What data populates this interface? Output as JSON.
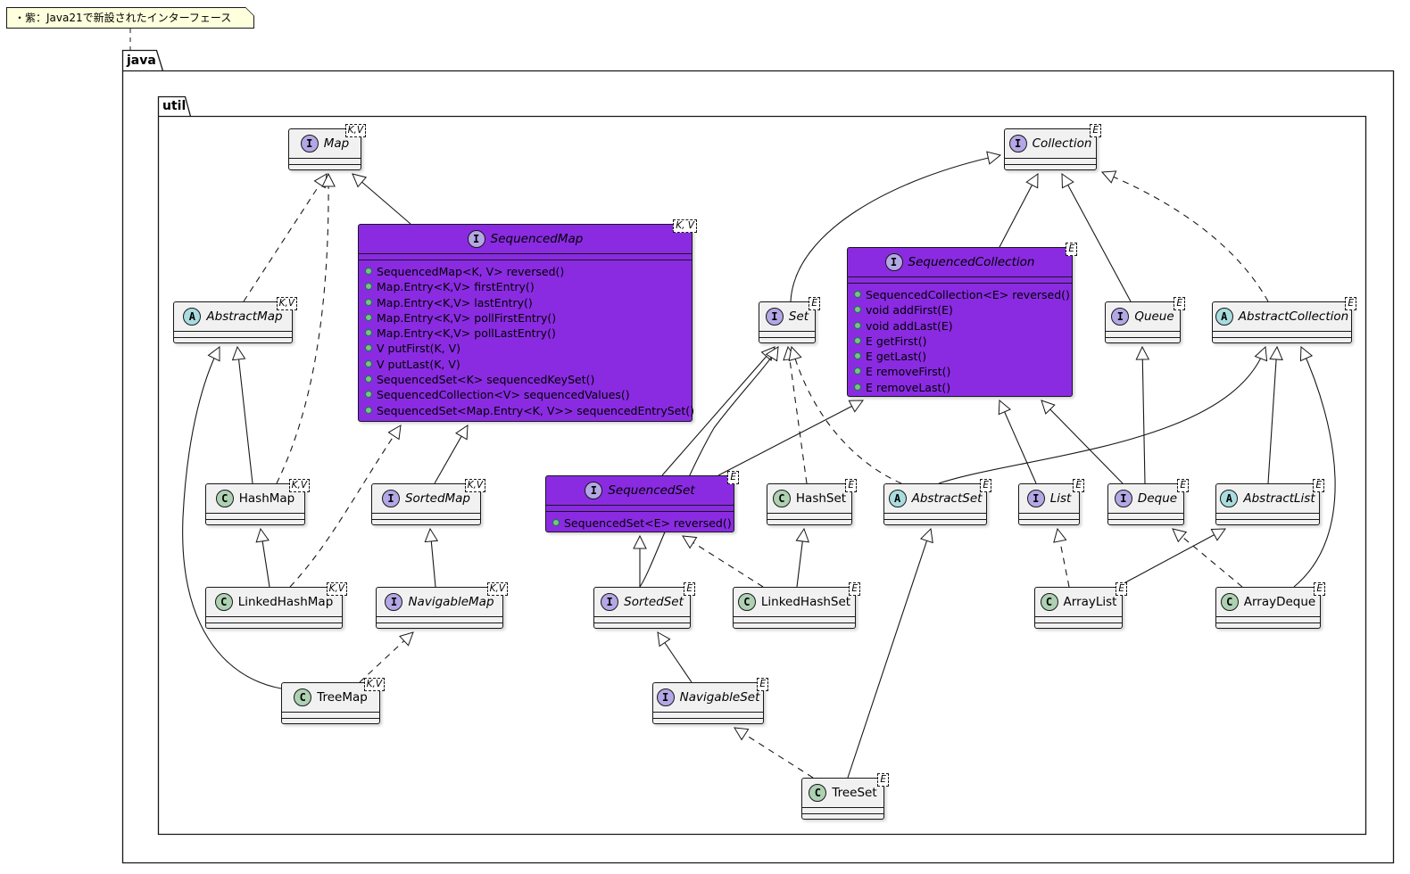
{
  "note": {
    "text": "・紫：Java21で新設されたインターフェース"
  },
  "packages": {
    "outer": "java",
    "inner": "util"
  },
  "colors": {
    "new_interface": "#8A2BE2",
    "class_fill": "#F1F1F1",
    "note_fill": "#FEFFDD",
    "interface_badge": "#B4A7E5",
    "class_badge": "#ADD1B2",
    "abstract_badge": "#A9DCDF"
  },
  "classes": {
    "map": {
      "kind": "I",
      "name": "Map",
      "generic": "K,V",
      "italic": true
    },
    "sequencedMap": {
      "kind": "I",
      "name": "SequencedMap",
      "generic": "K, V",
      "italic": true,
      "highlight": true,
      "methods": [
        "SequencedMap<K, V> reversed()",
        "Map.Entry<K,V> firstEntry()",
        "Map.Entry<K,V> lastEntry()",
        "Map.Entry<K,V> pollFirstEntry()",
        "Map.Entry<K,V> pollLastEntry()",
        "V putFirst(K, V)",
        "V putLast(K, V)",
        "SequencedSet<K> sequencedKeySet()",
        "SequencedCollection<V> sequencedValues()",
        "SequencedSet<Map.Entry<K, V>> sequencedEntrySet()"
      ]
    },
    "abstractMap": {
      "kind": "A",
      "name": "AbstractMap",
      "generic": "K,V",
      "italic": true
    },
    "hashMap": {
      "kind": "C",
      "name": "HashMap",
      "generic": "K,V",
      "italic": false
    },
    "sortedMap": {
      "kind": "I",
      "name": "SortedMap",
      "generic": "K,V",
      "italic": true
    },
    "linkedHashMap": {
      "kind": "C",
      "name": "LinkedHashMap",
      "generic": "K,V",
      "italic": false
    },
    "navigableMap": {
      "kind": "I",
      "name": "NavigableMap",
      "generic": "K,V",
      "italic": true
    },
    "treeMap": {
      "kind": "C",
      "name": "TreeMap",
      "generic": "K,V",
      "italic": false
    },
    "collection": {
      "kind": "I",
      "name": "Collection",
      "generic": "E",
      "italic": true
    },
    "sequencedCollection": {
      "kind": "I",
      "name": "SequencedCollection",
      "generic": "E",
      "italic": true,
      "highlight": true,
      "methods": [
        "SequencedCollection<E> reversed()",
        "void addFirst(E)",
        "void addLast(E)",
        "E getFirst()",
        "E getLast()",
        "E removeFirst()",
        "E removeLast()"
      ]
    },
    "set": {
      "kind": "I",
      "name": "Set",
      "generic": "E",
      "italic": true
    },
    "queue": {
      "kind": "I",
      "name": "Queue",
      "generic": "E",
      "italic": true
    },
    "abstractCollection": {
      "kind": "A",
      "name": "AbstractCollection",
      "generic": "E",
      "italic": true
    },
    "sequencedSet": {
      "kind": "I",
      "name": "SequencedSet",
      "generic": "E",
      "italic": true,
      "highlight": true,
      "methods": [
        "SequencedSet<E> reversed()"
      ]
    },
    "hashSet": {
      "kind": "C",
      "name": "HashSet",
      "generic": "E",
      "italic": false
    },
    "abstractSet": {
      "kind": "A",
      "name": "AbstractSet",
      "generic": "E",
      "italic": true
    },
    "list": {
      "kind": "I",
      "name": "List",
      "generic": "E",
      "italic": true
    },
    "deque": {
      "kind": "I",
      "name": "Deque",
      "generic": "E",
      "italic": true
    },
    "abstractList": {
      "kind": "A",
      "name": "AbstractList",
      "generic": "E",
      "italic": true
    },
    "sortedSet": {
      "kind": "I",
      "name": "SortedSet",
      "generic": "E",
      "italic": true
    },
    "linkedHashSet": {
      "kind": "C",
      "name": "LinkedHashSet",
      "generic": "E",
      "italic": false
    },
    "arrayList": {
      "kind": "C",
      "name": "ArrayList",
      "generic": "E",
      "italic": false
    },
    "arrayDeque": {
      "kind": "C",
      "name": "ArrayDeque",
      "generic": "E",
      "italic": false
    },
    "navigableSet": {
      "kind": "I",
      "name": "NavigableSet",
      "generic": "E",
      "italic": true
    },
    "treeSet": {
      "kind": "C",
      "name": "TreeSet",
      "generic": "E",
      "italic": false
    }
  },
  "relations": [
    {
      "from": "sequencedMap",
      "to": "map",
      "type": "extends"
    },
    {
      "from": "abstractMap",
      "to": "map",
      "type": "implements"
    },
    {
      "from": "hashMap",
      "to": "map",
      "type": "implements"
    },
    {
      "from": "hashMap",
      "to": "abstractMap",
      "type": "extends"
    },
    {
      "from": "treeMap",
      "to": "abstractMap",
      "type": "extends"
    },
    {
      "from": "sortedMap",
      "to": "sequencedMap",
      "type": "extends"
    },
    {
      "from": "linkedHashMap",
      "to": "sequencedMap",
      "type": "implements"
    },
    {
      "from": "linkedHashMap",
      "to": "hashMap",
      "type": "extends"
    },
    {
      "from": "navigableMap",
      "to": "sortedMap",
      "type": "extends"
    },
    {
      "from": "treeMap",
      "to": "navigableMap",
      "type": "implements"
    },
    {
      "from": "set",
      "to": "collection",
      "type": "extends"
    },
    {
      "from": "sequencedCollection",
      "to": "collection",
      "type": "extends"
    },
    {
      "from": "queue",
      "to": "collection",
      "type": "extends"
    },
    {
      "from": "abstractCollection",
      "to": "collection",
      "type": "implements"
    },
    {
      "from": "sequencedSet",
      "to": "set",
      "type": "extends"
    },
    {
      "from": "sequencedSet",
      "to": "sequencedCollection",
      "type": "extends"
    },
    {
      "from": "hashSet",
      "to": "set",
      "type": "implements"
    },
    {
      "from": "abstractSet",
      "to": "set",
      "type": "implements"
    },
    {
      "from": "abstractSet",
      "to": "abstractCollection",
      "type": "extends"
    },
    {
      "from": "sortedSet",
      "to": "set",
      "type": "extends"
    },
    {
      "from": "sortedSet",
      "to": "sequencedSet",
      "type": "extends"
    },
    {
      "from": "linkedHashSet",
      "to": "sequencedSet",
      "type": "implements"
    },
    {
      "from": "linkedHashSet",
      "to": "hashSet",
      "type": "extends"
    },
    {
      "from": "navigableSet",
      "to": "sortedSet",
      "type": "extends"
    },
    {
      "from": "treeSet",
      "to": "navigableSet",
      "type": "implements"
    },
    {
      "from": "treeSet",
      "to": "abstractSet",
      "type": "extends"
    },
    {
      "from": "list",
      "to": "sequencedCollection",
      "type": "extends"
    },
    {
      "from": "deque",
      "to": "sequencedCollection",
      "type": "extends"
    },
    {
      "from": "deque",
      "to": "queue",
      "type": "extends"
    },
    {
      "from": "abstractList",
      "to": "abstractCollection",
      "type": "extends"
    },
    {
      "from": "arrayList",
      "to": "list",
      "type": "implements"
    },
    {
      "from": "arrayList",
      "to": "abstractList",
      "type": "extends"
    },
    {
      "from": "arrayDeque",
      "to": "deque",
      "type": "implements"
    },
    {
      "from": "arrayDeque",
      "to": "abstractCollection",
      "type": "extends"
    }
  ]
}
